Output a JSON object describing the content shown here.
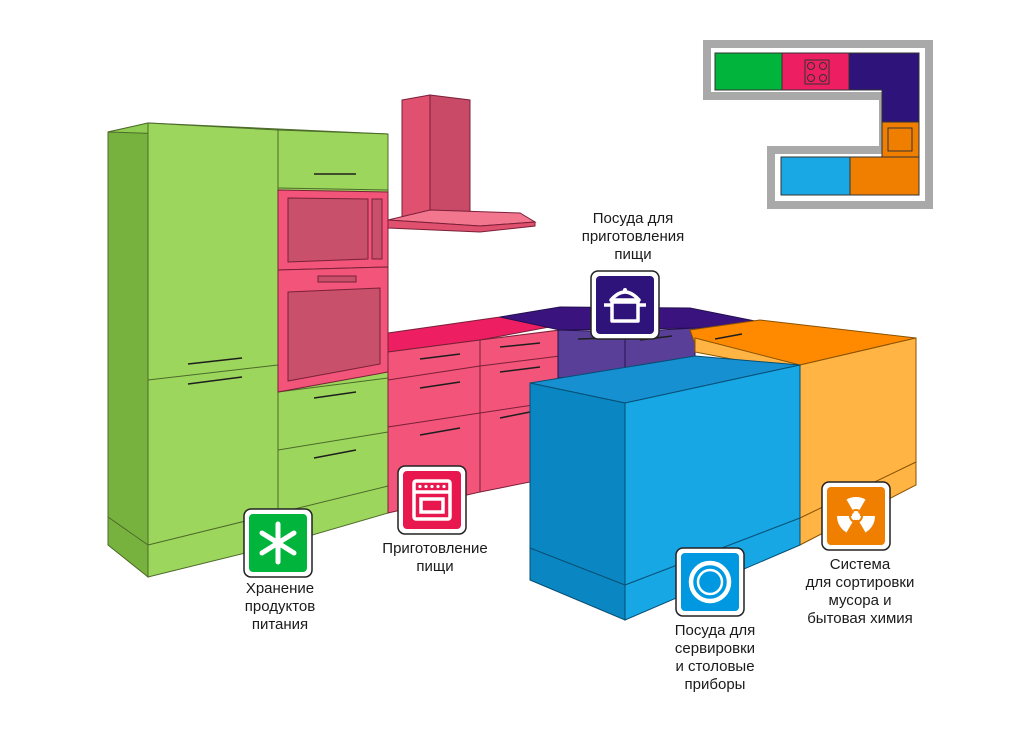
{
  "zones": {
    "storage": {
      "label": "Хранение\nпродуктов\nпитания",
      "icon": "snowflake-icon",
      "color": "#00b43c"
    },
    "cooking": {
      "label": "Приготовление\nпищи",
      "icon": "stove-icon",
      "color": "#e8174e"
    },
    "cookware": {
      "label": "Посуда для\nприготовления\nпищи",
      "icon": "pot-icon",
      "color": "#2e137a"
    },
    "serving": {
      "label": "Посуда для\nсервировки\nи столовые\nприборы",
      "icon": "plate-icon",
      "color": "#0098e0"
    },
    "waste": {
      "label": "Система\nдля сортировки\nмусора и\nбытовая химия",
      "icon": "radiation-icon",
      "color": "#f07f00"
    }
  },
  "colors": {
    "green": "#9cd65c",
    "green_dark": "#77b23e",
    "pink": "#f2547a",
    "pink_dark": "#d8365e",
    "purple": "#5a3f99",
    "navy": "#3a137f",
    "blue": "#17a7e4",
    "blue_dark": "#0a87c2",
    "orange": "#ffb443",
    "orange_top": "#ff8a00",
    "plan_border": "#a9a9a9"
  }
}
